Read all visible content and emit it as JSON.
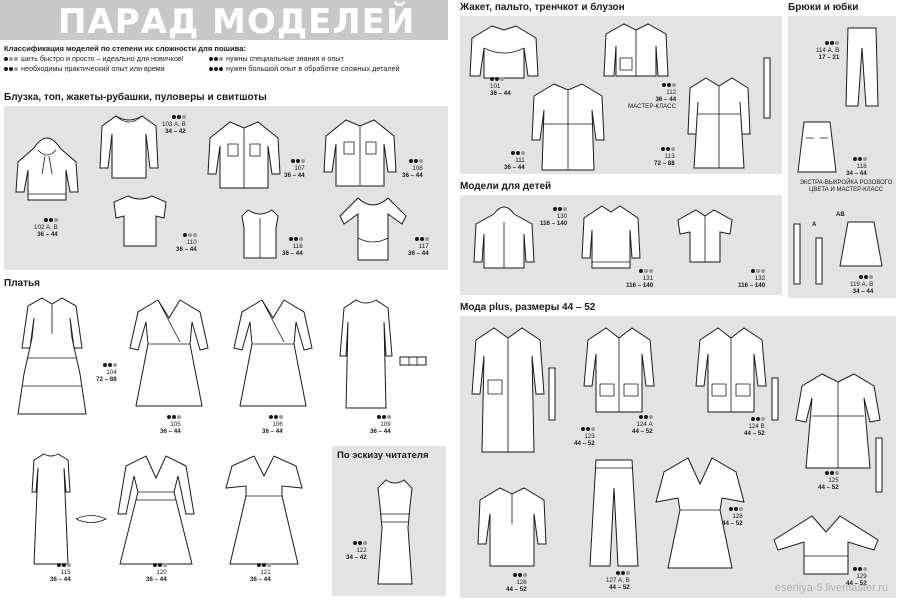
{
  "header": {
    "title": "ПАРАД МОДЕЛЕЙ"
  },
  "legend": {
    "heading": "Классификация моделей по степени их сложности для пошива:",
    "levels": [
      "шить быстро и просто – идеально для новичков!",
      "нужны специальные знания и опыт",
      "необходимы практический опыт или время",
      "нужен большой опыт в обработке сложных деталей"
    ]
  },
  "sections": {
    "blouses": "Блузка, топ, жакеты-рубашки, пуловеры и свитшоты",
    "dresses": "Платья",
    "reader": "По эскизу читателя",
    "jackets": "Жакет, пальто, тренчкот и блузон",
    "trousers": "Брюки и юбки",
    "kids": "Модели для детей",
    "plus": "Мода plus, размеры 44 – 52"
  },
  "models": {
    "m103": {
      "num": "103 А, В",
      "size": "34 – 42"
    },
    "m102": {
      "num": "102 А, В",
      "size": "36 – 44"
    },
    "m107": {
      "num": "107",
      "size": "36 – 44"
    },
    "m108": {
      "num": "108",
      "size": "36 – 44"
    },
    "m110": {
      "num": "110",
      "size": "36 – 44"
    },
    "m116": {
      "num": "116",
      "size": "36 – 44"
    },
    "m117": {
      "num": "117",
      "size": "36 – 44"
    },
    "m104": {
      "num": "104",
      "size": "72 – 88"
    },
    "m105": {
      "num": "105",
      "size": "36 – 44"
    },
    "m106": {
      "num": "106",
      "size": "36 – 44"
    },
    "m109": {
      "num": "109",
      "size": "36 – 44"
    },
    "m115": {
      "num": "115",
      "size": "36 – 44"
    },
    "m120": {
      "num": "120",
      "size": "36 – 44"
    },
    "m121": {
      "num": "121",
      "size": "36 – 44"
    },
    "m122": {
      "num": "122",
      "size": "34 – 42"
    },
    "m101": {
      "num": "101",
      "size": "36 – 44"
    },
    "m112": {
      "num": "112",
      "size": "36 – 44",
      "note": "МАСТЕР-КЛАСС"
    },
    "m111": {
      "num": "111",
      "size": "36 – 44"
    },
    "m113": {
      "num": "113",
      "size": "72 – 88"
    },
    "m114": {
      "num": "114 А, В",
      "size": "17 – 21"
    },
    "m118": {
      "num": "118",
      "size": "34 – 44",
      "note": "ЭКСТРА-ВЫКРОЙКА РОЗОВОГО ЦВЕТА И МАСТЕР-КЛАСС"
    },
    "m119": {
      "num": "119 А, В",
      "size": "34 – 44",
      "tagA": "А",
      "tagB": "АВ"
    },
    "m130": {
      "num": "130",
      "size": "116 – 140"
    },
    "m131": {
      "num": "131",
      "size": "116 – 140"
    },
    "m132": {
      "num": "132",
      "size": "116 – 140"
    },
    "m123": {
      "num": "123",
      "size": "44 – 52"
    },
    "m124a": {
      "num": "124 А",
      "size": "44 – 52"
    },
    "m124b": {
      "num": "124 В",
      "size": "44 – 52"
    },
    "m125": {
      "num": "125",
      "size": "44 – 52"
    },
    "m126": {
      "num": "126",
      "size": "44 – 52"
    },
    "m127": {
      "num": "127 А, В",
      "size": "44 – 52"
    },
    "m128": {
      "num": "128",
      "size": "44 – 52"
    },
    "m129": {
      "num": "129",
      "size": "44 – 52"
    }
  },
  "watermark": "eseniya-5.livemaster.ru",
  "colors": {
    "panel": "#e3e3e3",
    "title_bar": "#c8c8c8",
    "ink": "#1a1a1a",
    "dot_gray": "#9a9a9a"
  }
}
